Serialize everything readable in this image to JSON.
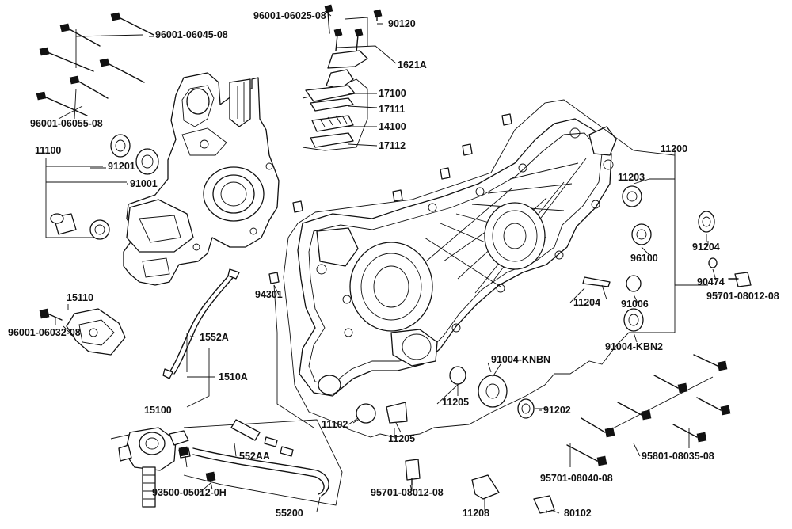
{
  "diagram": {
    "labels": {
      "p96001_06025_08": "96001-06025-08",
      "p90120": "90120",
      "p96001_06045_08": "96001-06045-08",
      "p1621A": "1621A",
      "p17100": "17100",
      "p17111": "17111",
      "p14100": "14100",
      "p17112": "17112",
      "p96001_06055_08": "96001-06055-08",
      "p11100": "11100",
      "p91201": "91201",
      "p91001": "91001",
      "p11200": "11200",
      "p11203": "11203",
      "p91204": "91204",
      "p96100": "96100",
      "p90474": "90474",
      "p95701_08012_08_right": "95701-08012-08",
      "p94301": "94301",
      "p11204": "11204",
      "p91006": "91006",
      "p15110": "15110",
      "p96001_06032_08": "96001-06032-08",
      "p91004_KBN2": "91004-KBN2",
      "p1552A": "1552A",
      "p91004_KNBN": "91004-KNBN",
      "p1510A": "1510A",
      "p11205_upper": "11205",
      "p15100": "15100",
      "p91202": "91202",
      "p11102": "11102",
      "p11205_lower": "11205",
      "p552AA": "552AA",
      "p95801_08035_08": "95801-08035-08",
      "p93500_05012_0H": "93500-05012-0H",
      "p95701_08012_08_bottom": "95701-08012-08",
      "p95701_08040_08": "95701-08040-08",
      "p55200": "55200",
      "p11208": "11208",
      "p80102": "80102"
    }
  }
}
